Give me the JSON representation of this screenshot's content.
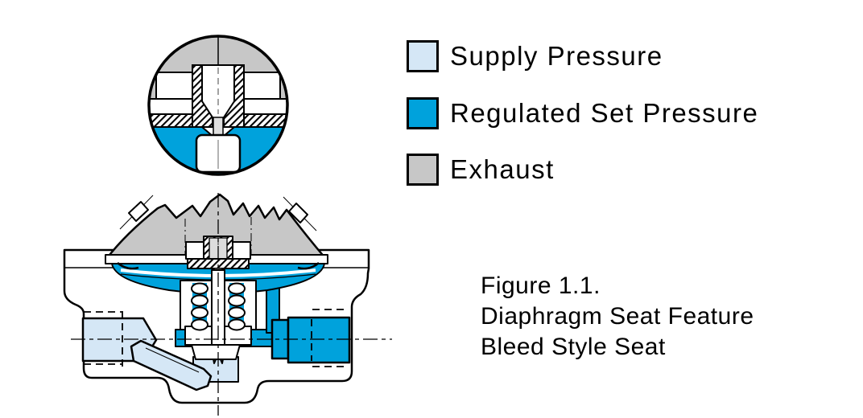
{
  "legend": {
    "items": [
      {
        "id": "supply-pressure",
        "label": "Supply Pressure",
        "color": "#d5e7f6"
      },
      {
        "id": "regulated-set-pressure",
        "label": "Regulated Set Pressure",
        "color": "#00a2dc"
      },
      {
        "id": "exhaust",
        "label": "Exhaust",
        "color": "#c7c7c7"
      }
    ]
  },
  "caption": {
    "lines": [
      "Figure 1.1.",
      "Diaphragm Seat Feature",
      "Bleed Style Seat"
    ]
  },
  "colors": {
    "supply_pressure": "#d5e7f6",
    "regulated_set_pressure": "#00a2dc",
    "exhaust": "#c7c7c7",
    "line": "#000000",
    "background": "#ffffff"
  }
}
